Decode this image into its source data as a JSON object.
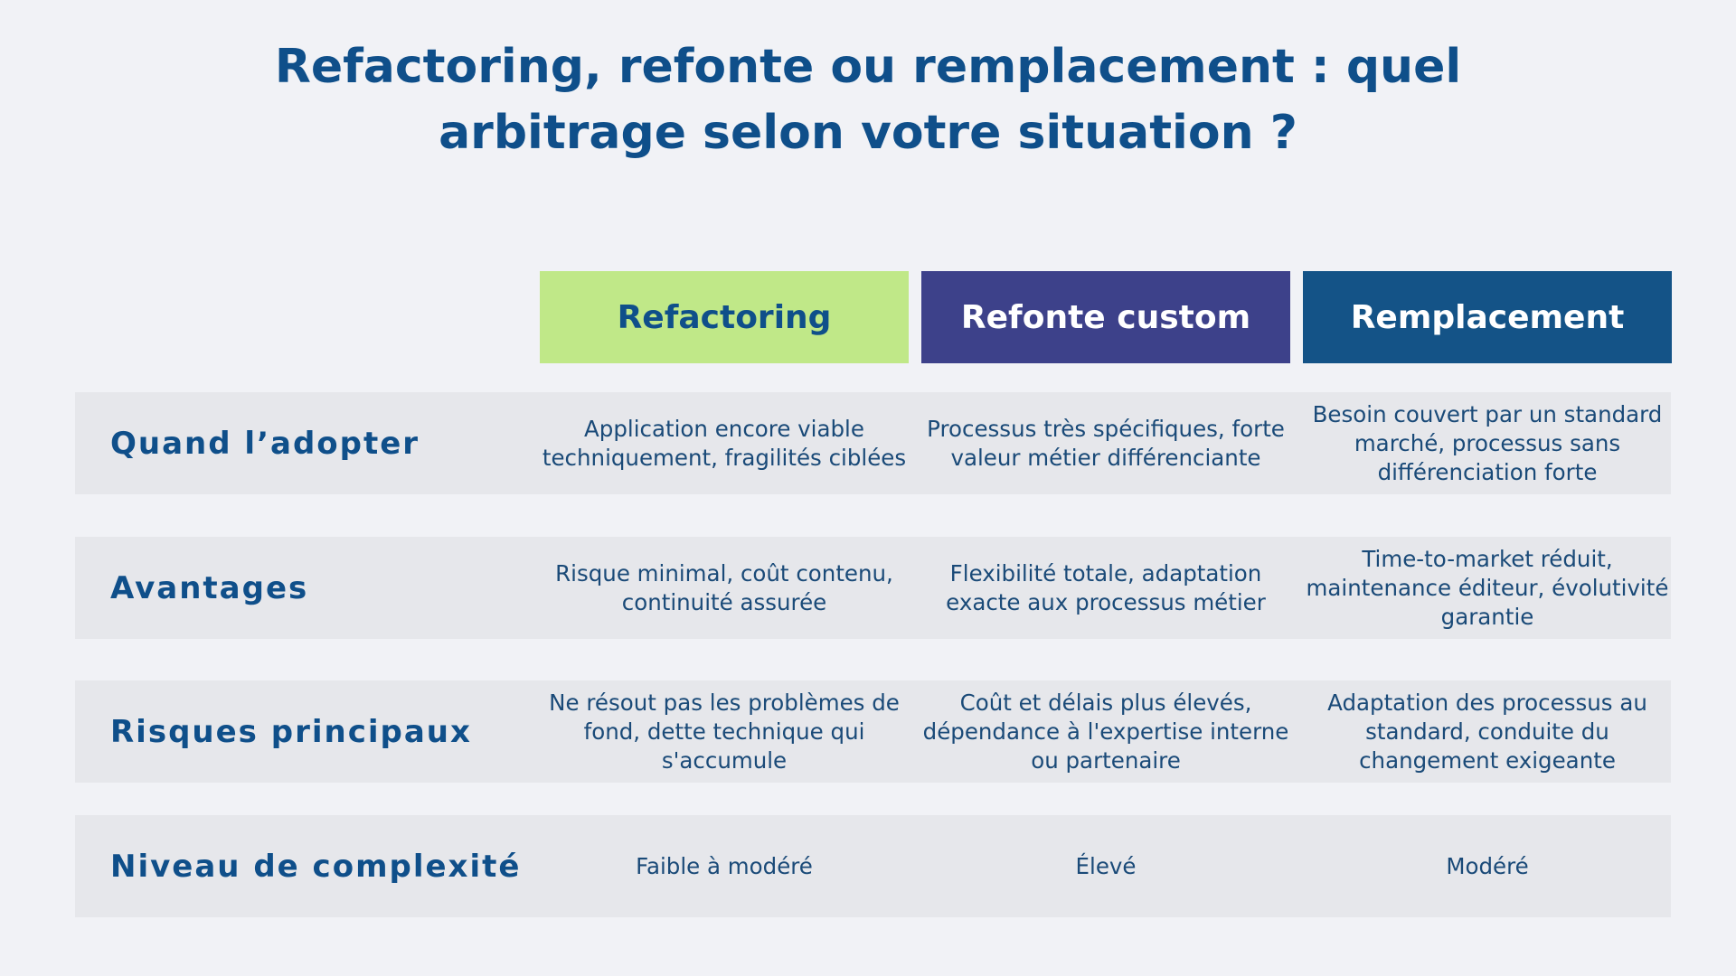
{
  "title": {
    "line1": "Refactoring, refonte ou remplacement : quel",
    "line2": "arbitrage selon votre situation ?"
  },
  "columns": [
    {
      "label": "Refactoring",
      "bg": "#c0e888",
      "fg": "#0f4f8a"
    },
    {
      "label": "Refonte custom",
      "bg": "#3d418a",
      "fg": "#ffffff"
    },
    {
      "label": "Remplacement",
      "bg": "#145387",
      "fg": "#ffffff"
    }
  ],
  "rows": [
    {
      "label": "Quand l’adopter",
      "cells": [
        "Application encore viable techniquement, fragilités ciblées",
        "Processus très spécifiques, forte valeur métier différenciante",
        "Besoin couvert par un standard marché, processus sans différenciation forte"
      ]
    },
    {
      "label": "Avantages",
      "cells": [
        "Risque minimal, coût contenu, continuité assurée",
        "Flexibilité totale, adaptation exacte aux processus métier",
        "Time-to-market réduit, maintenance éditeur, évolutivité garantie"
      ]
    },
    {
      "label": "Risques principaux",
      "cells": [
        "Ne résout pas les problèmes de fond, dette technique qui s'accumule",
        "Coût et délais plus élevés, dépendance à l'expertise interne ou partenaire",
        "Adaptation des processus au standard, conduite du changement exigeante"
      ]
    },
    {
      "label": "Niveau de complexité",
      "cells": [
        "Faible à modéré",
        "Élevé",
        "Modéré"
      ]
    }
  ],
  "colors": {
    "accent": "#0f4f8a",
    "band": "#e6e7eb",
    "background": "#f1f2f6"
  }
}
